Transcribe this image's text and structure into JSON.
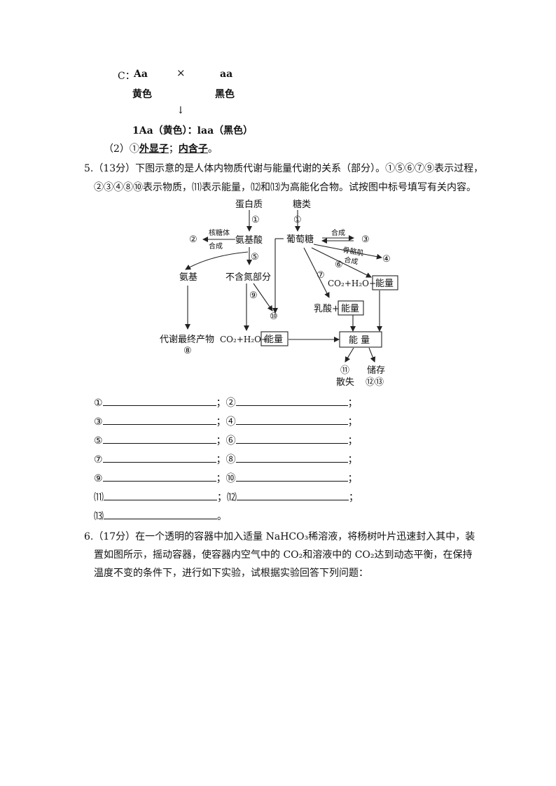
{
  "cross": {
    "label_c": "C：",
    "parent1": "Aa",
    "times": "×",
    "parent2": "aa",
    "pheno1": "黄色",
    "pheno2": "黑色",
    "arrow": "↓",
    "result": "1Aa（黄色）：laa（黑色）"
  },
  "part2": {
    "prefix": "（2）①",
    "answer1": "外显子",
    "sep": "；",
    "answer2": "内含子",
    "end": "。"
  },
  "q5": {
    "line1": "5.（13分）下图示意的是人体内物质代谢与能量代谢的关系（部分）。①⑤⑥⑦⑨表示过程，",
    "line2": "②③④⑧⑩表示物质，⑾表示能量，⑿和⒀为高能化合物。试按图中标号填写有关内容。",
    "diagram": {
      "protein": "蛋白质",
      "sugar": "糖类",
      "n1a": "①",
      "n1b": "①",
      "ribosome": "核糖体",
      "synth1": "合成",
      "n2": "②",
      "amino_acid": "氨基酸",
      "glucose": "葡萄糖",
      "synth2": "合成",
      "n3": "③",
      "skeletal": "骨骼肌",
      "synth3": "合成",
      "n4": "④",
      "n5": "⑤",
      "n6": "⑥",
      "n7": "⑦",
      "n9": "⑨",
      "n10": "⑩",
      "amino_group": "氨基",
      "non_n": "不含氮部分",
      "co2_1": "CO₂+H₂O+",
      "energy1": "能量",
      "lactic": "乳酸+",
      "energy2": "能量",
      "final_product": "代谢最终产物",
      "n8": "⑧",
      "co2_2": "CO₂+H₂O+",
      "energy3": "能量",
      "energy_total": "能 量",
      "n11": "⑪",
      "lost": "散失",
      "store": "储存",
      "n12_13": "⑫⑬"
    },
    "blanks": {
      "b1": "①",
      "b2": "②",
      "b3": "③",
      "b4": "④",
      "b5": "⑤",
      "b6": "⑥",
      "b7": "⑦",
      "b8": "⑧",
      "b9": "⑨",
      "b10": "⑩",
      "b11": "⑾",
      "b12": "⑿",
      "b13": "⒀",
      "semi": "；",
      "end": "。"
    }
  },
  "q6": {
    "line1": "6.（17分）在一个透明的容器中加入适量 NaHCO₃稀溶液，将杨树叶片迅速封入其中，装",
    "line2": "置如图所示，摇动容器，使容器内空气中的 CO₂和溶液中的 CO₂达到动态平衡，在保持",
    "line3": "温度不变的条件下，进行如下实验，试根据实验回答下列问题："
  }
}
